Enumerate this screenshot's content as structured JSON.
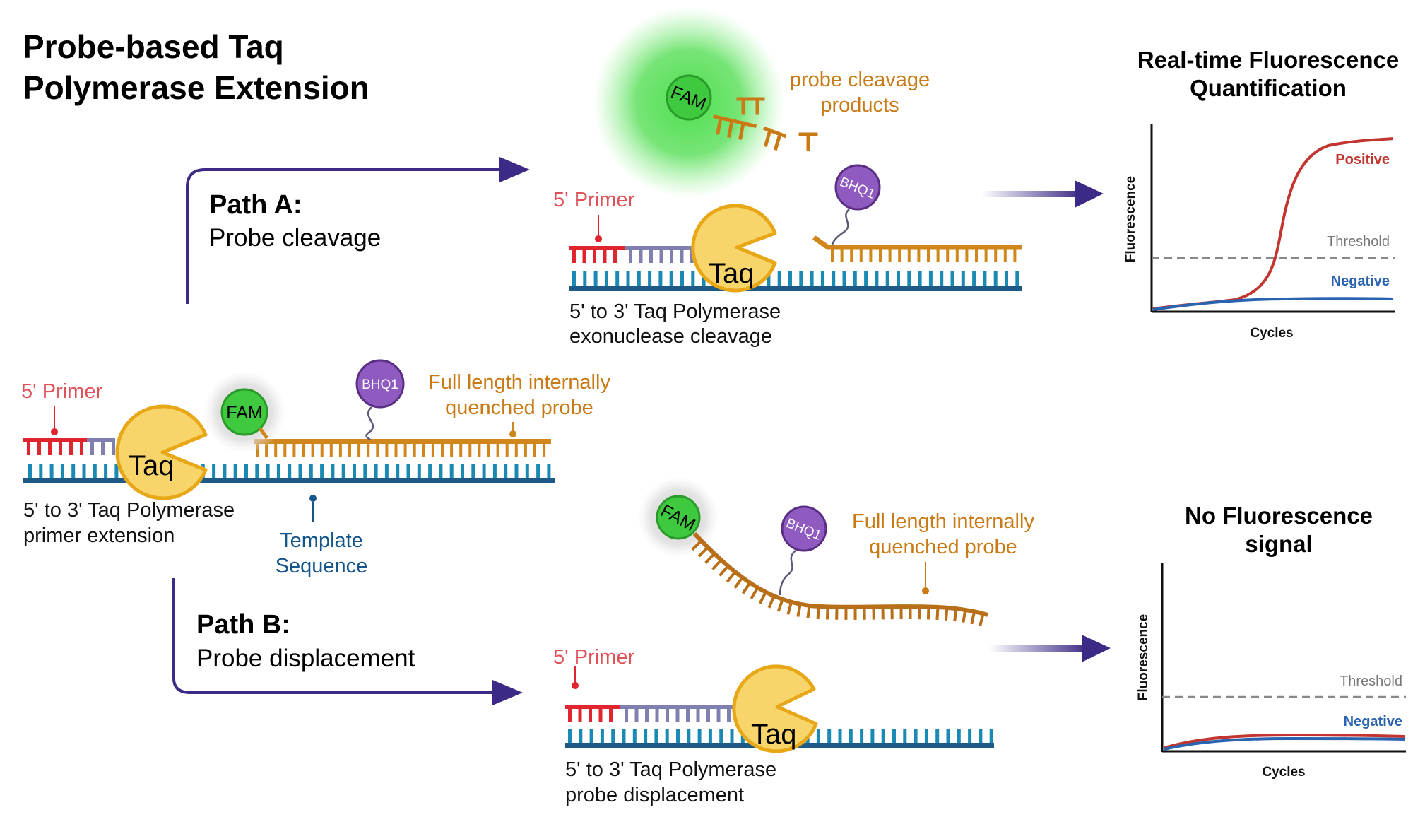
{
  "title_line1": "Probe-based Taq",
  "title_line2": "Polymerase Extension",
  "start": {
    "primer_label": "5' Primer",
    "fam": "FAM",
    "bhq": "BHQ1",
    "taq": "Taq",
    "probe_label_line1": "Full length internally",
    "probe_label_line2": "quenched probe",
    "caption_line1": "5' to 3' Taq Polymerase",
    "caption_line2": "primer extension",
    "template_line1": "Template",
    "template_line2": "Sequence"
  },
  "path_a": {
    "title": "Path A:",
    "subtitle": "Probe cleavage",
    "fam": "FAM",
    "products_line1": "probe cleavage",
    "products_line2": "products",
    "primer_label": "5' Primer",
    "bhq": "BHQ1",
    "taq": "Taq",
    "caption_line1": "5' to 3' Taq Polymerase",
    "caption_line2": "exonuclease cleavage"
  },
  "path_b": {
    "title": "Path B:",
    "subtitle": "Probe displacement",
    "fam": "FAM",
    "bhq": "BHQ1",
    "probe_label_line1": "Full length internally",
    "probe_label_line2": "quenched probe",
    "primer_label": "5' Primer",
    "taq": "Taq",
    "caption_line1": "5' to 3' Taq Polymerase",
    "caption_line2": "probe displacement"
  },
  "graph_a": {
    "title_line1": "Real-time Fluorescence",
    "title_line2": "Quantification",
    "ylabel": "Fluorescence",
    "xlabel": "Cycles",
    "positive": "Positive",
    "threshold": "Threshold",
    "negative": "Negative"
  },
  "graph_b": {
    "title_line1": "No Fluorescence",
    "title_line2": "signal",
    "ylabel": "Fluorescence",
    "xlabel": "Cycles",
    "threshold": "Threshold",
    "negative": "Negative"
  },
  "colors": {
    "primer": "#e0252f",
    "extension": "#8080b0",
    "template": "#1a8ab5",
    "template_backbone": "#1d5a86",
    "probe": "#d0861b",
    "taq_fill": "#f7d56b",
    "taq_stroke": "#e8a716",
    "fam": "#3ec93e",
    "bhq": "#8f5bc0",
    "arrow": "#3d2a86",
    "positive_curve": "#c2362f",
    "negative_curve": "#2a63b0"
  }
}
